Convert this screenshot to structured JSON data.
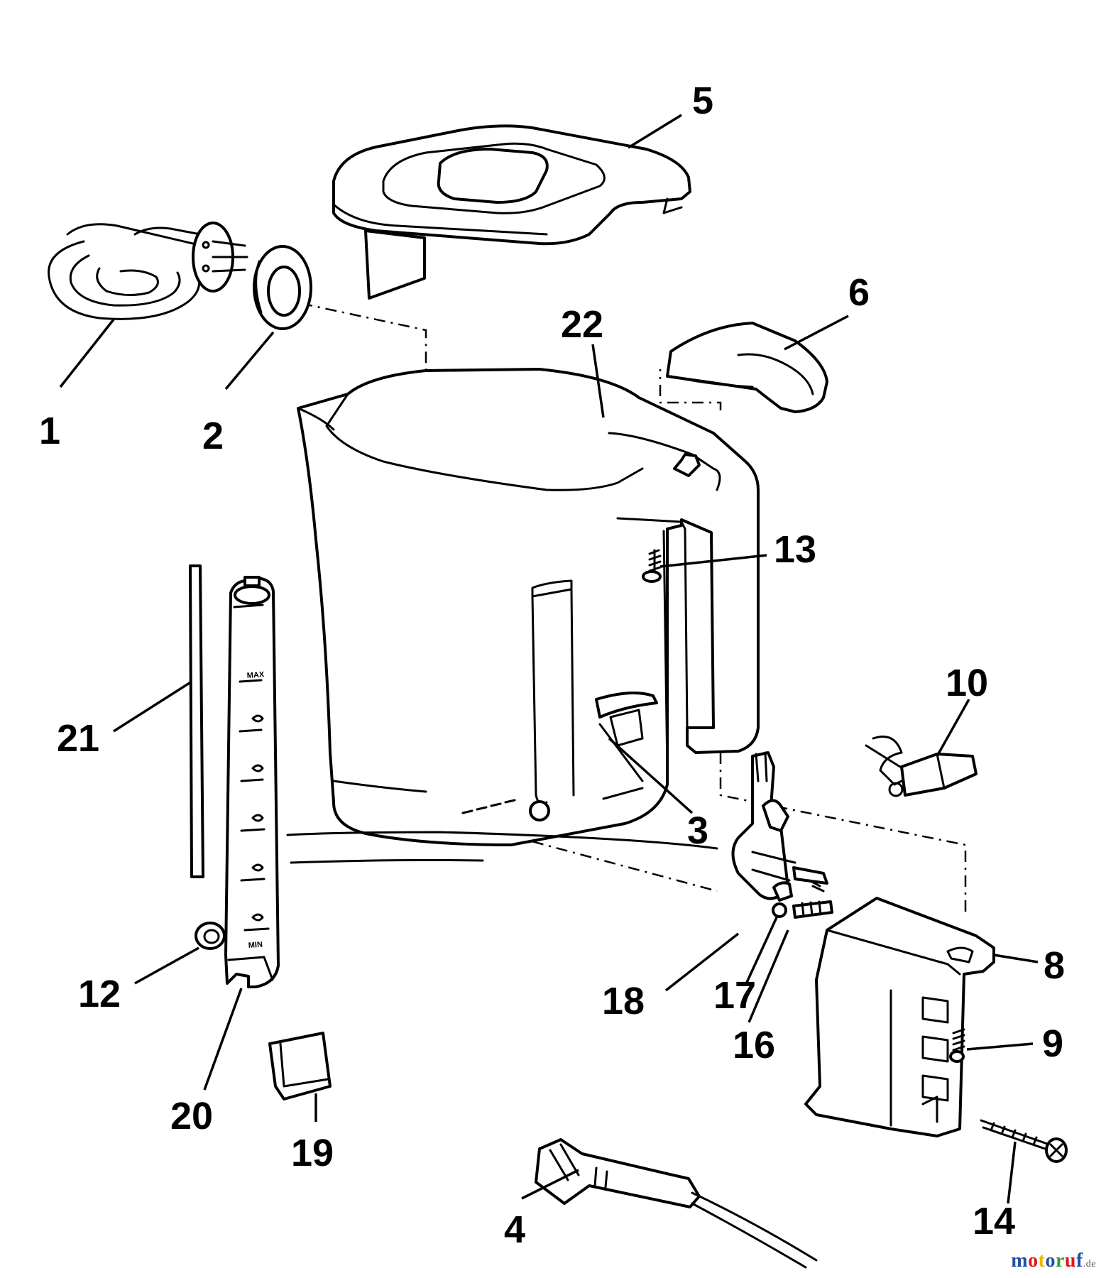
{
  "diagram": {
    "type": "exploded-parts-view",
    "callouts": [
      "1",
      "2",
      "3",
      "4",
      "5",
      "6",
      "8",
      "9",
      "10",
      "12",
      "13",
      "14",
      "16",
      "17",
      "18",
      "19",
      "20",
      "21",
      "22"
    ],
    "scale_marks": [
      "MAX",
      "MIN"
    ]
  },
  "watermark": {
    "letters": [
      {
        "ch": "m",
        "color": "#1f4fa8"
      },
      {
        "ch": "o",
        "color": "#e3161b"
      },
      {
        "ch": "t",
        "color": "#f2b400"
      },
      {
        "ch": "o",
        "color": "#1f4fa8"
      },
      {
        "ch": "r",
        "color": "#2e9e3a"
      },
      {
        "ch": "u",
        "color": "#e3161b"
      },
      {
        "ch": "f",
        "color": "#1f4fa8"
      }
    ],
    "suffix": ".de"
  }
}
